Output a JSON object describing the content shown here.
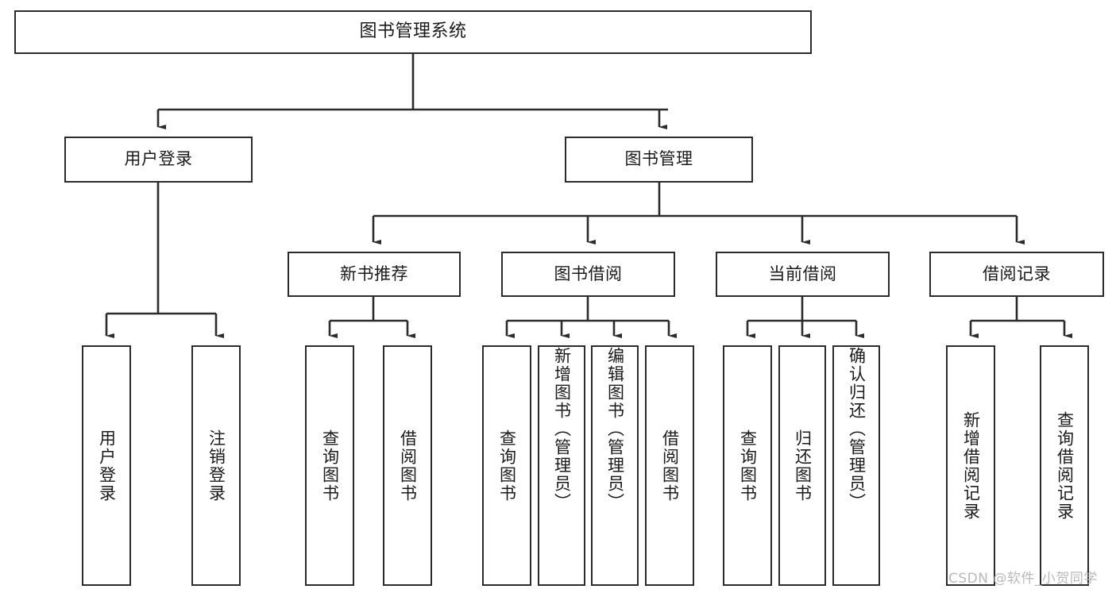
{
  "diagram": {
    "title": "图书管理系统",
    "type": "hierarchy-tree",
    "root": {
      "id": "root",
      "label": "图书管理系统"
    },
    "level1": [
      {
        "id": "user-login",
        "label": "用户登录"
      },
      {
        "id": "book-manage",
        "label": "图书管理"
      }
    ],
    "level2": [
      {
        "id": "new-book-recommend",
        "label": "新书推荐",
        "parent": "book-manage"
      },
      {
        "id": "book-borrow",
        "label": "图书借阅",
        "parent": "book-manage"
      },
      {
        "id": "current-borrow",
        "label": "当前借阅",
        "parent": "book-manage"
      },
      {
        "id": "borrow-record",
        "label": "借阅记录",
        "parent": "book-manage"
      }
    ],
    "leaves": [
      {
        "id": "leaf-user-login",
        "label": "用户登录",
        "parent": "user-login"
      },
      {
        "id": "leaf-logout-login",
        "label": "注销登录",
        "parent": "user-login"
      },
      {
        "id": "leaf-query-book-1",
        "label": "查询图书",
        "parent": "new-book-recommend"
      },
      {
        "id": "leaf-borrow-book-1",
        "label": "借阅图书",
        "parent": "new-book-recommend"
      },
      {
        "id": "leaf-query-book-2",
        "label": "查询图书",
        "parent": "book-borrow"
      },
      {
        "id": "leaf-add-book",
        "label": "新增图书（管理员）",
        "parent": "book-borrow"
      },
      {
        "id": "leaf-edit-book",
        "label": "编辑图书（管理员）",
        "parent": "book-borrow"
      },
      {
        "id": "leaf-borrow-book-2",
        "label": "借阅图书",
        "parent": "book-borrow"
      },
      {
        "id": "leaf-query-book-3",
        "label": "查询图书",
        "parent": "current-borrow"
      },
      {
        "id": "leaf-return-book",
        "label": "归还图书",
        "parent": "current-borrow"
      },
      {
        "id": "leaf-confirm-return",
        "label": "确认归还（管理员）",
        "parent": "current-borrow"
      },
      {
        "id": "leaf-add-record",
        "label": "新增借阅记录",
        "parent": "borrow-record"
      },
      {
        "id": "leaf-query-record",
        "label": "查询借阅记录",
        "parent": "borrow-record"
      }
    ]
  },
  "watermark": {
    "text": "CSDN @软件_小贺同学"
  },
  "colors": {
    "stroke": "#2b2b2b",
    "background": "#ffffff",
    "text": "#1a1a1a",
    "watermark": "#b9b9b9"
  }
}
